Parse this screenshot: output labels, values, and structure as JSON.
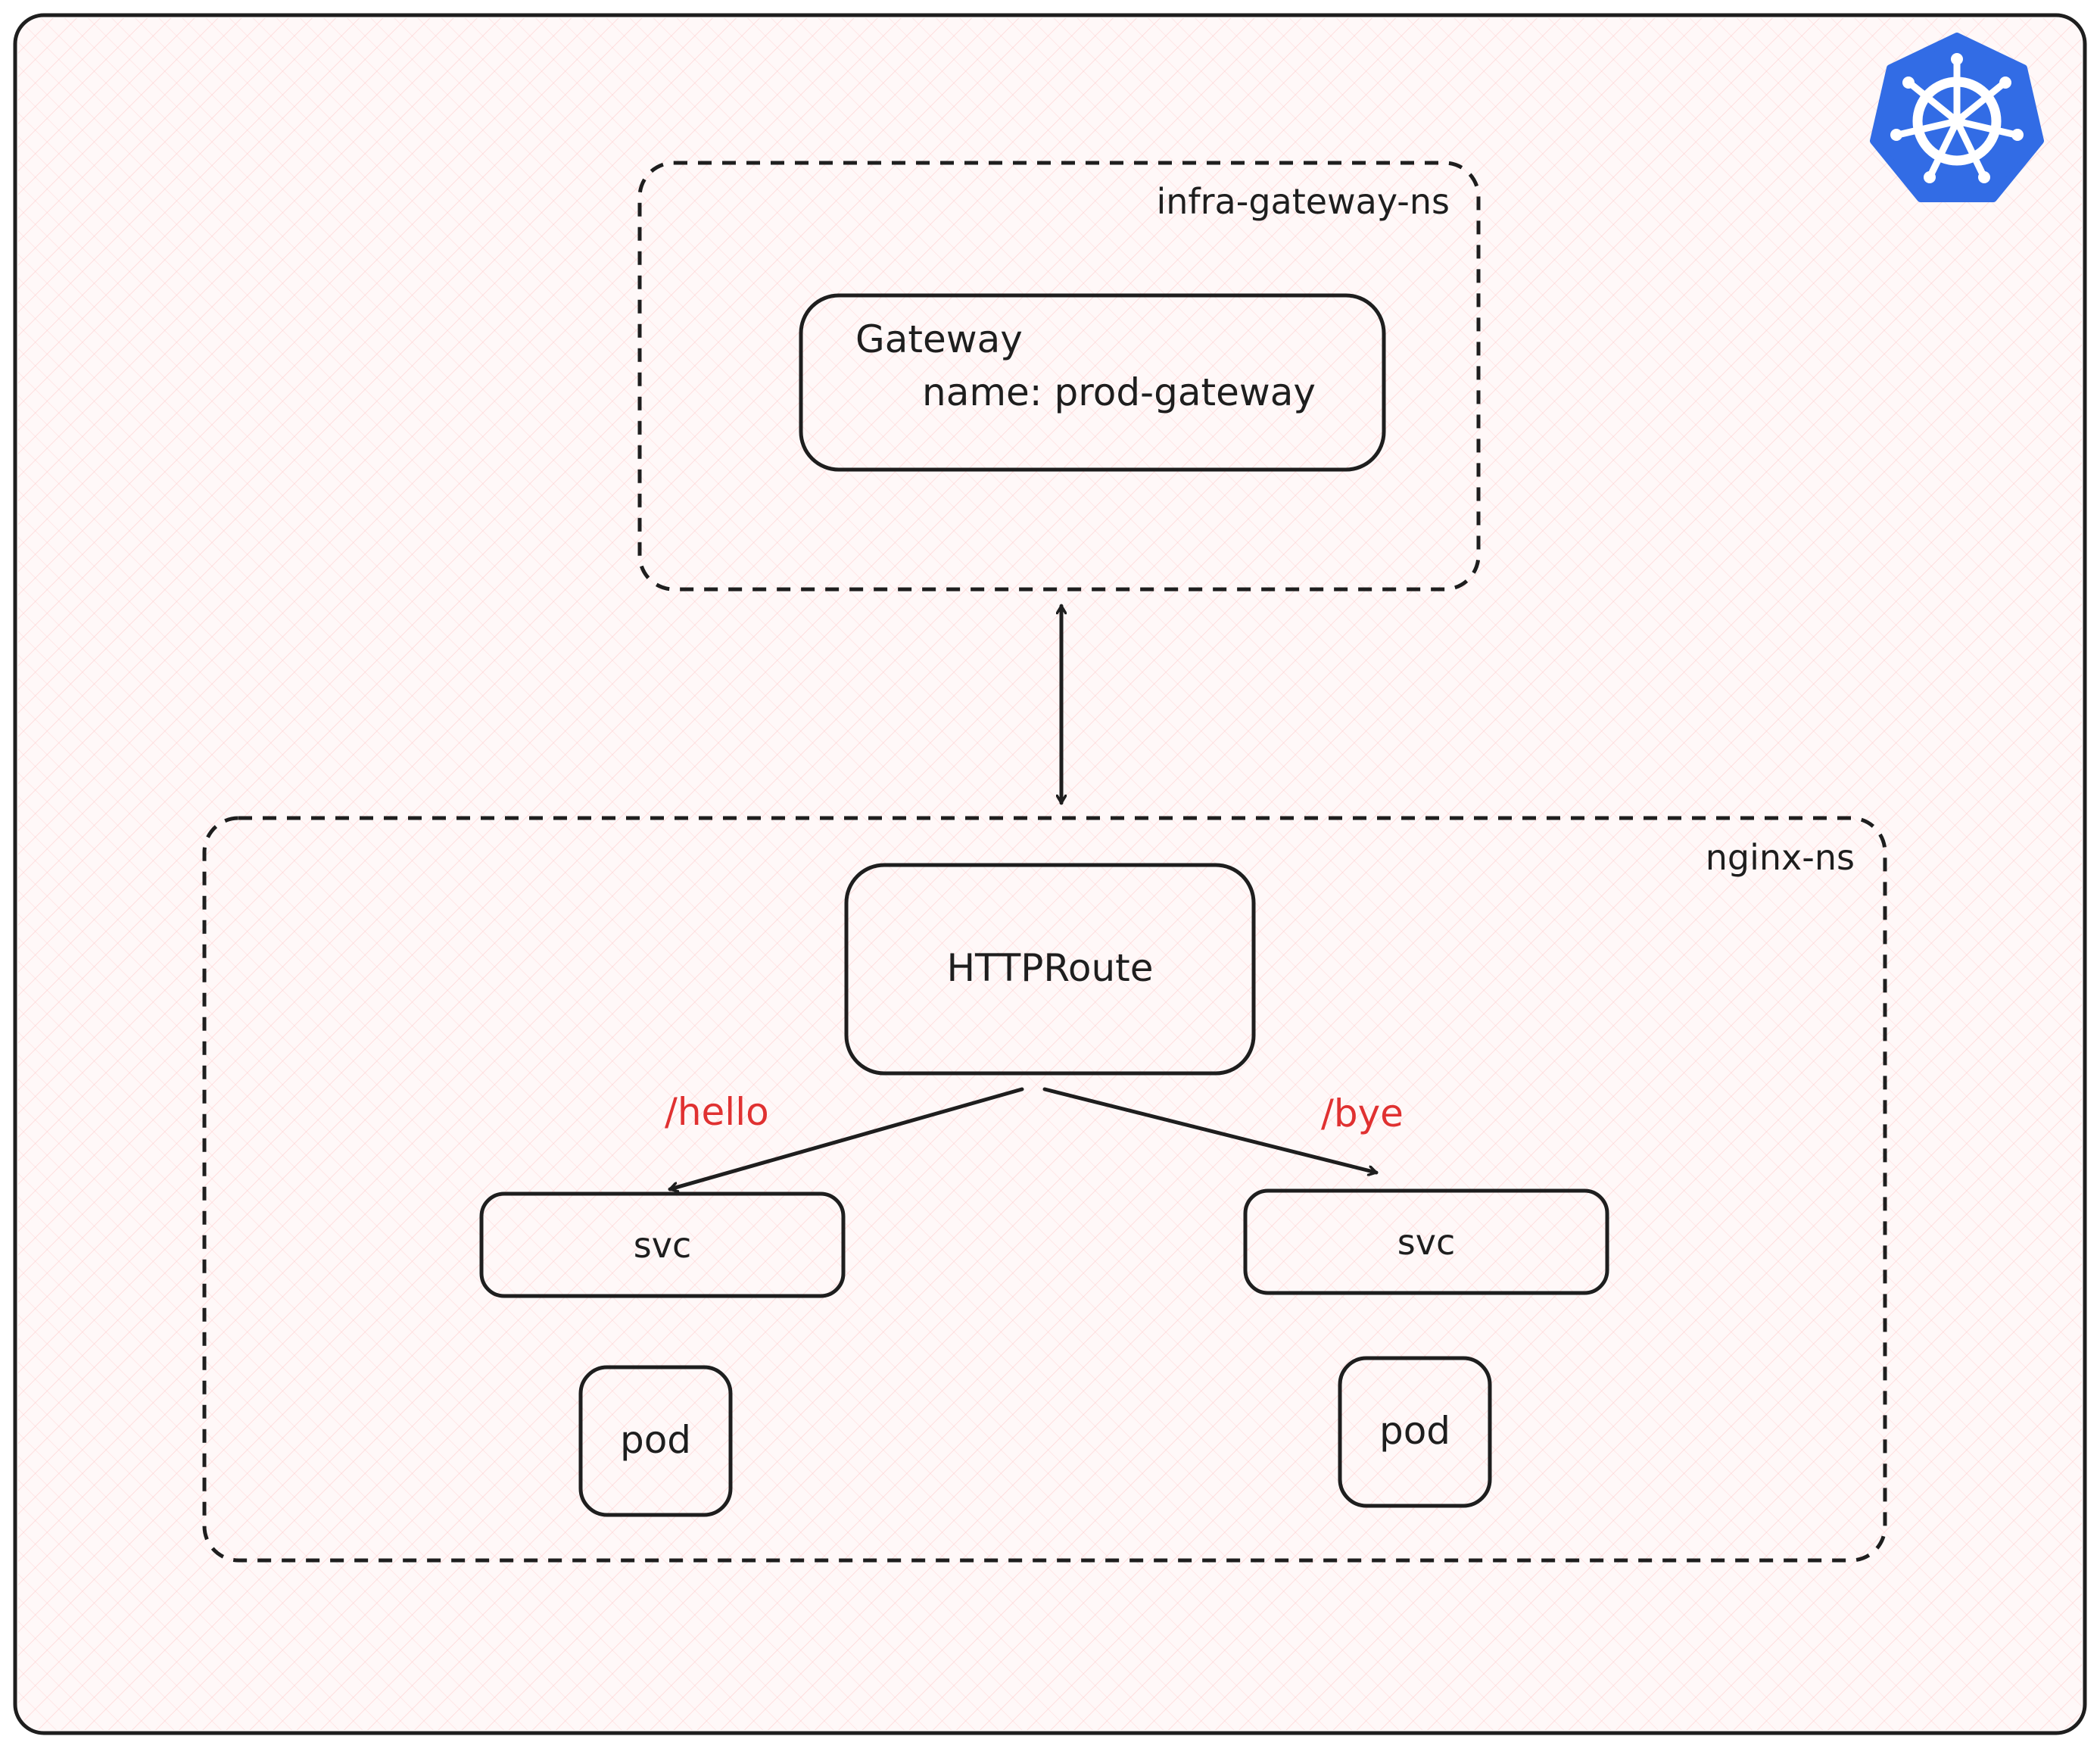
{
  "diagram": {
    "namespaces": [
      {
        "id": "infra",
        "label": "infra-gateway-ns"
      },
      {
        "id": "nginx",
        "label": "nginx-ns"
      }
    ],
    "gateway": {
      "kind": "Gateway",
      "name_line": "name: prod-gateway"
    },
    "httproute": {
      "label": "HTTPRoute"
    },
    "routes": [
      {
        "path": "/hello",
        "target_label": "svc",
        "pod_label": "pod"
      },
      {
        "path": "/bye",
        "target_label": "svc",
        "pod_label": "pod"
      }
    ],
    "logo": {
      "icon": "kubernetes-icon"
    },
    "colors": {
      "line": "#1e1e1e",
      "route_label": "#e03131",
      "logo_bg": "#326ce5",
      "background_hatch": "#ffc9c9"
    }
  }
}
